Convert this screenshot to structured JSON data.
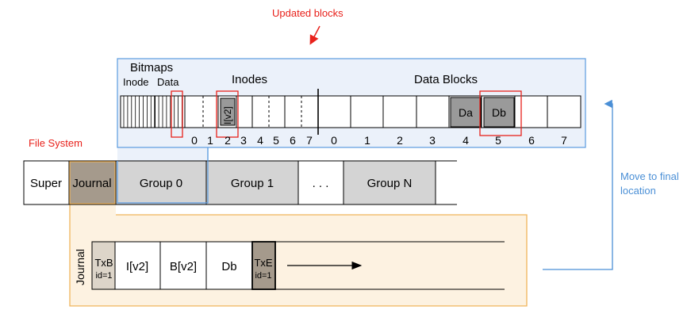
{
  "annotations": {
    "updated_blocks": "Updated blocks",
    "file_system": "File System",
    "move_line1": "Move to final",
    "move_line2": "location"
  },
  "detail": {
    "bitmaps_label": "Bitmaps",
    "inode_bitmap_label": "Inode",
    "data_bitmap_label": "Data",
    "inodes_label": "Inodes",
    "data_blocks_label": "Data Blocks",
    "updated_inode": "I[v2]",
    "inode_indices": [
      "0",
      "1",
      "2",
      "3",
      "4",
      "5",
      "6",
      "7"
    ],
    "data_indices": [
      "0",
      "1",
      "2",
      "3",
      "4",
      "5",
      "6",
      "7"
    ],
    "data_block_a": "Da",
    "data_block_b": "Db"
  },
  "disk": {
    "super": "Super",
    "journal": "Journal",
    "group0": "Group 0",
    "group1": "Group 1",
    "ellipsis": ". . .",
    "groupN": "Group N"
  },
  "journal_detail": {
    "side_label": "Journal",
    "txb": "TxB",
    "txb_id": "id=1",
    "inode": "I[v2]",
    "bitmap": "B[v2]",
    "data": "Db",
    "txe": "TxE",
    "txe_id": "id=1"
  },
  "colors": {
    "highlight_red": "#e8211b",
    "blue_outline": "#5a9be0",
    "orange_outline": "#f0b45a",
    "journal_fill": "#a59a8c",
    "group_fill": "#d4d4d4",
    "data_block_fill": "#9a9a9a"
  }
}
